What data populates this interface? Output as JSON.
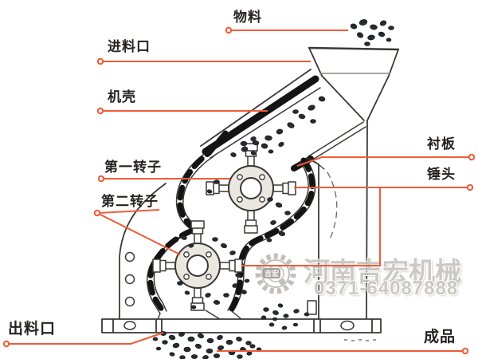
{
  "diagram_title": "hammer-crusher-structure-diagram",
  "colors": {
    "accent_red": "#f15b38",
    "line": "#3a3835",
    "band_black": "#141414",
    "rock": "#272a31",
    "rotor_fill": "#eae7e1",
    "watermark_gray": "#c5c2bd"
  },
  "labels": {
    "material": "物料",
    "feed_inlet": "进料口",
    "casing": "机壳",
    "rotor_first": "第一转子",
    "rotor_second": "第二转子",
    "liner_plate": "衬板",
    "hammer_head": "锤头",
    "discharge_outlet": "出料口",
    "finished_product": "成品"
  },
  "watermark": {
    "company": "河南吉宏机械",
    "phone": "0371-64087888",
    "logo_text": "吉宏"
  }
}
